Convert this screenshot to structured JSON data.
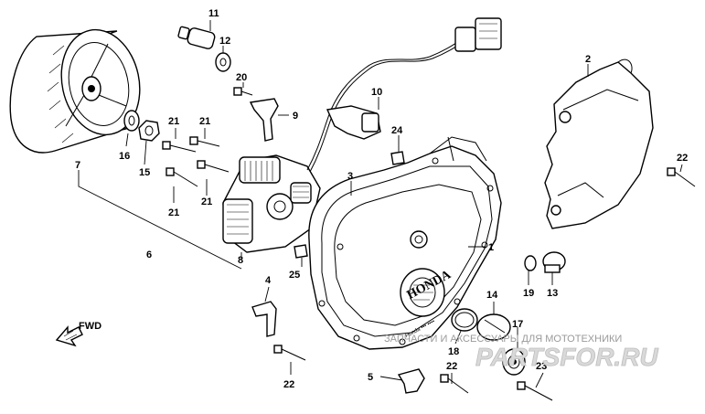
{
  "callouts": {
    "p1": "1",
    "p2": "2",
    "p3": "3",
    "p4": "4",
    "p5": "5",
    "p6": "6",
    "p7": "7",
    "p8": "8",
    "p9": "9",
    "p10": "10",
    "p11": "11",
    "p12": "12",
    "p13": "13",
    "p14": "14",
    "p15": "15",
    "p16": "16",
    "p17": "17",
    "p18": "18",
    "p19": "19",
    "p20": "20",
    "p21a": "21",
    "p21b": "21",
    "p21c": "21",
    "p21d": "21",
    "p22a": "22",
    "p22b": "22",
    "p22c": "22",
    "p23": "23",
    "p24": "24",
    "p25": "25"
  },
  "cover_marking": {
    "brand": "HONDA",
    "fine_print": "Honda ••• ••••"
  },
  "direction": {
    "label": "FWD"
  },
  "watermark": {
    "tagline": "ЗАПЧАСТИ И АКСЕССУАРЫ ДЛЯ МОТОТЕХНИКИ",
    "brand": "PARTSFOR.RU"
  }
}
